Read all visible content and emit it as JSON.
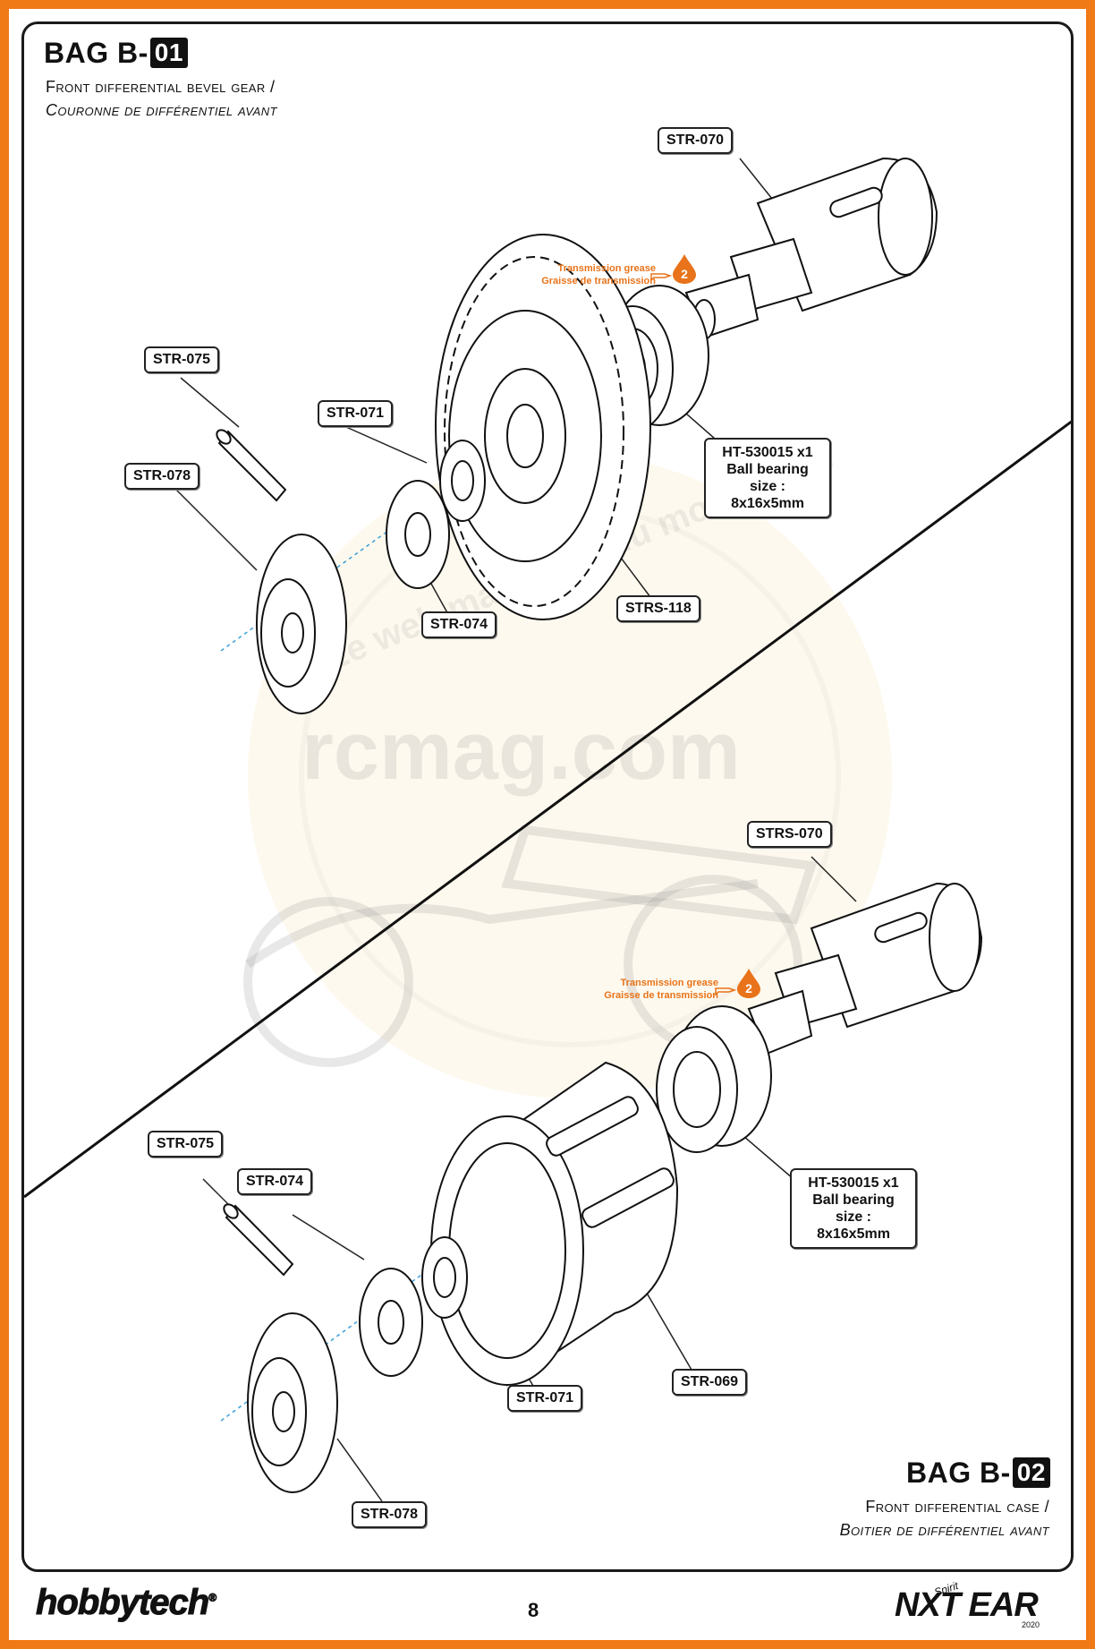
{
  "watermark": {
    "site": "rcmag.com",
    "tagline": "Le web magazine du modélisme"
  },
  "bag1": {
    "title_prefix": "BAG B-",
    "title_number": "01",
    "subtitle_en": "Front differential bevel gear /",
    "subtitle_fr": "Couronne de différentiel avant",
    "parts": {
      "str070": "STR-070",
      "str075": "STR-075",
      "str071": "STR-071",
      "str078": "STR-078",
      "str074": "STR-074",
      "strs118": "STRS-118"
    },
    "bearing": {
      "line1": "HT-530015  x1",
      "line2": "Ball bearing size :",
      "line3": "8x16x5mm"
    },
    "grease": {
      "line_en": "Transmission grease",
      "line_fr": "Graisse de transmission",
      "step": "2"
    }
  },
  "bag2": {
    "title_prefix": "BAG B-",
    "title_number": "02",
    "subtitle_en": "Front differential case /",
    "subtitle_fr": "Boitier de différentiel avant",
    "parts": {
      "strs070": "STRS-070",
      "str075": "STR-075",
      "str074": "STR-074",
      "str071": "STR-071",
      "str069": "STR-069",
      "str078": "STR-078"
    },
    "bearing": {
      "line1": "HT-530015  x1",
      "line2": "Ball bearing size :",
      "line3": "8x16x5mm"
    },
    "grease": {
      "line_en": "Transmission grease",
      "line_fr": "Graisse de transmission",
      "step": "2"
    }
  },
  "footer": {
    "brand_left": "hobbytech",
    "brand_left_mark": "®",
    "page_number": "8",
    "brand_right": "NXT EAR",
    "brand_right_script": "Spirit",
    "brand_right_year": "2020"
  },
  "colors": {
    "frame_orange": "#f07a16",
    "grease_orange": "#e8731a",
    "axis_blue": "#3aa0d8",
    "ink": "#111111"
  }
}
